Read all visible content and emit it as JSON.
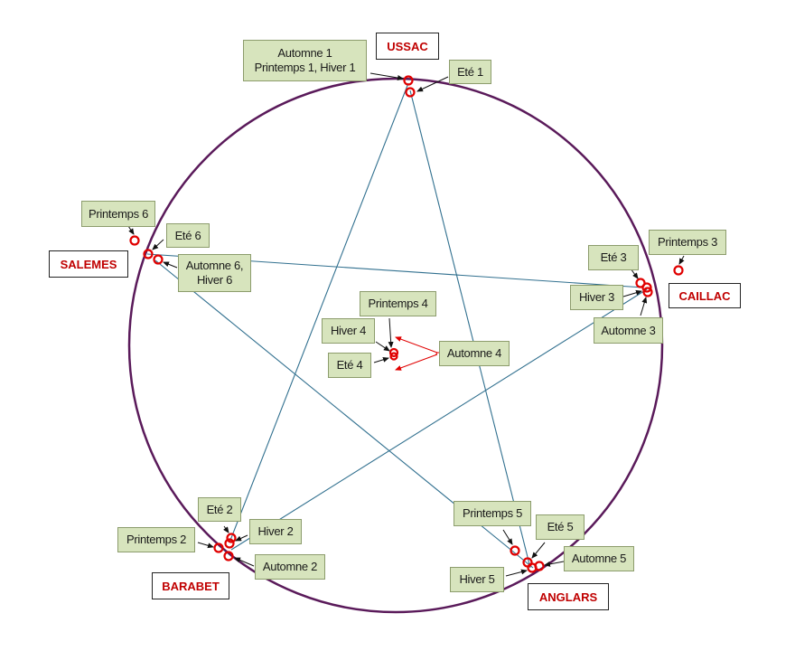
{
  "colors": {
    "circle": "#5a1a5a",
    "line": "#31708f",
    "point": "#e00000",
    "arrow": "#111111",
    "red_arrow": "#e00000",
    "label_fill": "#d7e4bd",
    "site_text": "#c00000"
  },
  "sites": {
    "ussac": "USSAC",
    "caillac": "CAILLAC",
    "anglars": "ANGLARS",
    "barabet": "BARABET",
    "salemes": "SALEMES"
  },
  "labels": {
    "l1": "Automne 1\nPrintemps 1, Hiver 1",
    "l1a": "Automne 1",
    "l1b": "Printemps 1, Hiver 1",
    "ete1": "Eté 1",
    "printemps6": "Printemps 6",
    "ete6": "Eté 6",
    "automne6a": "Automne 6,",
    "automne6b": "Hiver 6",
    "ete3": "Eté 3",
    "printemps3": "Printemps 3",
    "hiver3": "Hiver 3",
    "automne3": "Automne 3",
    "printemps4": "Printemps 4",
    "hiver4": "Hiver 4",
    "ete4": "Eté 4",
    "automne4": "Automne 4",
    "ete2": "Eté 2",
    "hiver2": "Hiver 2",
    "printemps2": "Printemps 2",
    "automne2": "Automne 2",
    "printemps5": "Printemps 5",
    "ete5": "Eté 5",
    "automne5": "Automne 5",
    "hiver5": "Hiver 5"
  }
}
